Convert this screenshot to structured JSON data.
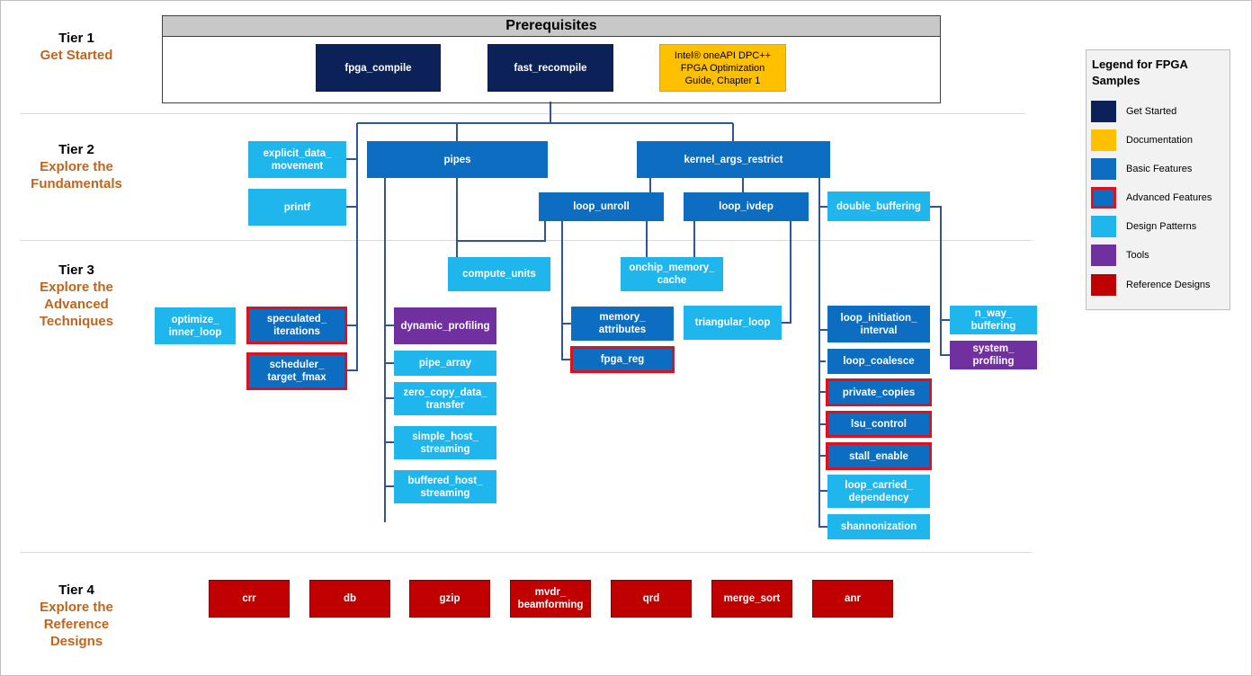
{
  "tiers": [
    {
      "name": "Tier 1",
      "subtitle": "Get Started"
    },
    {
      "name": "Tier 2",
      "subtitle": "Explore the\nFundamentals"
    },
    {
      "name": "Tier 3",
      "subtitle": "Explore the\nAdvanced\nTechniques"
    },
    {
      "name": "Tier 4",
      "subtitle": "Explore the\nReference\nDesigns"
    }
  ],
  "prerequisites": {
    "title": "Prerequisites",
    "fpga_compile": "fpga_compile",
    "fast_recompile": "fast_recompile",
    "guide": "Intel® oneAPI DPC++\nFPGA Optimization\nGuide, Chapter 1"
  },
  "tier2": {
    "explicit_data_movement": "explicit_data_\nmovement",
    "printf": "printf",
    "pipes": "pipes",
    "kernel_args_restrict": "kernel_args_restrict",
    "loop_unroll": "loop_unroll",
    "loop_ivdep": "loop_ivdep",
    "double_buffering": "double_buffering"
  },
  "tier3": {
    "compute_units": "compute_units",
    "onchip_memory_cache": "onchip_memory_\ncache",
    "optimize_inner_loop": "optimize_\ninner_loop",
    "speculated_iterations": "speculated_\niterations",
    "scheduler_target_fmax": "scheduler_\ntarget_fmax",
    "dynamic_profiling": "dynamic_profiling",
    "pipe_array": "pipe_array",
    "zero_copy_data_transfer": "zero_copy_data_\ntransfer",
    "simple_host_streaming": "simple_host_\nstreaming",
    "buffered_host_streaming": "buffered_host_\nstreaming",
    "memory_attributes": "memory_\nattributes",
    "fpga_reg": "fpga_reg",
    "triangular_loop": "triangular_loop",
    "loop_initiation_interval": "loop_initiation_\ninterval",
    "loop_coalesce": "loop_coalesce",
    "private_copies": "private_copies",
    "lsu_control": "lsu_control",
    "stall_enable": "stall_enable",
    "loop_carried_dependency": "loop_carried_\ndependency",
    "shannonization": "shannonization",
    "n_way_buffering": "n_way_\nbuffering",
    "system_profiling": "system_\nprofiling"
  },
  "tier4": {
    "crr": "crr",
    "db": "db",
    "gzip": "gzip",
    "mvdr_beamforming": "mvdr_\nbeamforming",
    "qrd": "qrd",
    "merge_sort": "merge_sort",
    "anr": "anr"
  },
  "legend": {
    "title": "Legend for FPGA\nSamples",
    "items": [
      {
        "label": "Get Started",
        "color": "#0b2157"
      },
      {
        "label": "Documentation",
        "color": "#ffc000"
      },
      {
        "label": "Basic Features",
        "color": "#0c6dc1"
      },
      {
        "label": "Advanced Features",
        "color": "#0c6dc1",
        "border": "#e0101c"
      },
      {
        "label": "Design Patterns",
        "color": "#1fb6ee"
      },
      {
        "label": "Tools",
        "color": "#7030a0"
      },
      {
        "label": "Reference Designs",
        "color": "#c00000"
      }
    ]
  },
  "colors": {
    "connector": "#2f5597",
    "tier_subtitle": "#c0651b",
    "advanced_border": "#e0101c"
  }
}
